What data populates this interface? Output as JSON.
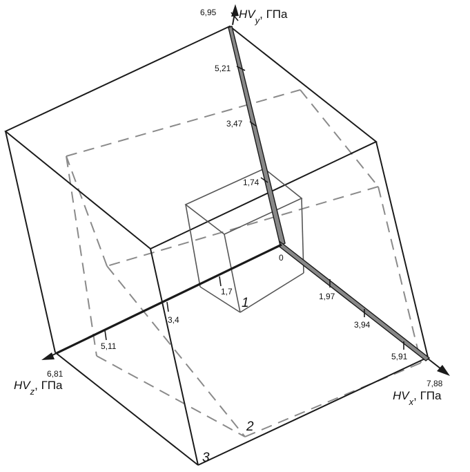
{
  "axes": {
    "y": {
      "title_var": "HV",
      "title_sub": "y",
      "title_unit": ", ГПа",
      "ticks": [
        "5,21",
        "3,47",
        "1,74"
      ],
      "end_value": "6,95"
    },
    "x": {
      "title_var": "HV",
      "title_sub": "x",
      "title_unit": ", ГПа",
      "ticks": [
        "1,97",
        "3,94",
        "5,91"
      ],
      "end_value": "7,88"
    },
    "z": {
      "title_var": "HV",
      "title_sub": "z",
      "title_unit": ", ГПа",
      "ticks": [
        "1,7",
        "3,4",
        "5,11"
      ],
      "end_value": "6,81"
    },
    "origin": "0"
  },
  "cubes": [
    {
      "label": "1"
    },
    {
      "label": "2"
    },
    {
      "label": "3"
    }
  ],
  "colors": {
    "solid_line": "#1a1a1a",
    "dashed_line": "#8a8a8a",
    "inner_cube": "#555555",
    "axis_ribbon": "#888888"
  }
}
